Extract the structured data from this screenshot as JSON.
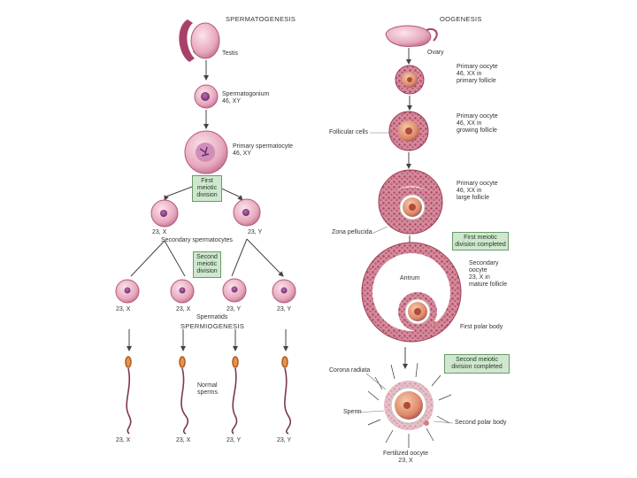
{
  "spermatogenesis": {
    "header": "SPERMATOGENESIS",
    "testis": "Testis",
    "spermatogonium": "Spermatogonium\n46, XY",
    "primary_spermatocyte": "Primary spermatocyte\n46, XY",
    "first_division": "First\nmeiotic\ndivision",
    "sec_left": "23, X",
    "sec_right": "23, Y",
    "secondary_spermatocytes": "Secondary spermatocytes",
    "second_division": "Second\nmeiotic\ndivision",
    "spermatids": [
      "23, X",
      "23, X",
      "23, Y",
      "23, Y"
    ],
    "spermatids_label": "Spermatids",
    "spermiogenesis": "SPERMIOGENESIS",
    "normal_sperms": "Normal\nsperms",
    "sperms": [
      "23, X",
      "23, X",
      "23, Y",
      "23, Y"
    ]
  },
  "oogenesis": {
    "header": "OOGENESIS",
    "ovary": "Ovary",
    "primary_oocyte_primary": "Primary oocyte\n46, XX in\nprimary follicle",
    "follicular_cells": "Follicular cells",
    "primary_oocyte_growing": "Primary oocyte\n46, XX in\ngrowing follicle",
    "primary_oocyte_large": "Primary oocyte\n46, XX in\nlarge follicle",
    "zona_pellucida": "Zona pellucida",
    "first_division_completed": "First meiotic\ndivision completed",
    "antrum": "Antrum",
    "secondary_oocyte": "Secondary\noocyte\n23, X in\nmature follicle",
    "first_polar_body": "First polar body",
    "second_division_completed": "Second meiotic\ndivision completed",
    "corona_radiata": "Corona radiata",
    "sperm": "Sperm",
    "second_polar_body": "Second polar body",
    "fertilized_oocyte": "Fertilized oocyte\n23, X"
  },
  "colors": {
    "cell_fill": "#e9b4c4",
    "cell_edge": "#b05a78",
    "nucleus": "#8e3f86",
    "follicle": "#c76a80",
    "arrow": "#555555",
    "box_fill": "#cfe7cf"
  }
}
